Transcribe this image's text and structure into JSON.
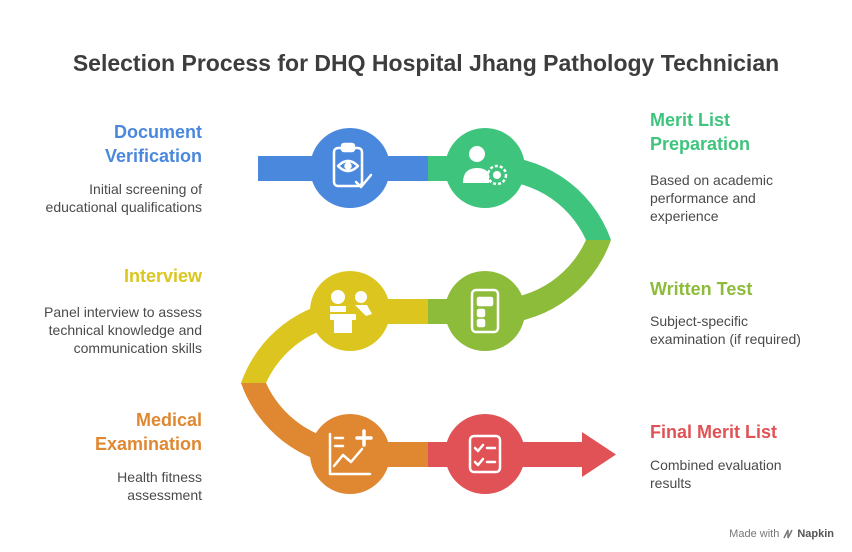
{
  "title": "Selection Process for DHQ Hospital Jhang Pathology Technician",
  "colors": {
    "blue": "#4a88dd",
    "green": "#3ec47c",
    "lime": "#8dbb3a",
    "yellow": "#dbc51e",
    "orange": "#df8831",
    "red": "#e05255"
  },
  "steps": [
    {
      "title": "Document\nVerification",
      "desc": "Initial screening of\neducational qualifications",
      "icon": "clipboard-eye-icon"
    },
    {
      "title": "Merit List\nPreparation",
      "desc": "Based on academic\nperformance and\nexperience",
      "icon": "person-badge-icon"
    },
    {
      "title": "Written Test",
      "desc": "Subject-specific\nexamination (if required)",
      "icon": "test-form-icon"
    },
    {
      "title": "Interview",
      "desc": "Panel interview to assess\ntechnical knowledge and\ncommunication skills",
      "icon": "interview-podium-icon"
    },
    {
      "title": "Medical\nExamination",
      "desc": "Health fitness\nassessment",
      "icon": "health-chart-icon"
    },
    {
      "title": "Final Merit List",
      "desc": "Combined evaluation\nresults",
      "icon": "checklist-icon"
    }
  ],
  "footer": {
    "prefix": "Made with",
    "brand": "Napkin"
  }
}
